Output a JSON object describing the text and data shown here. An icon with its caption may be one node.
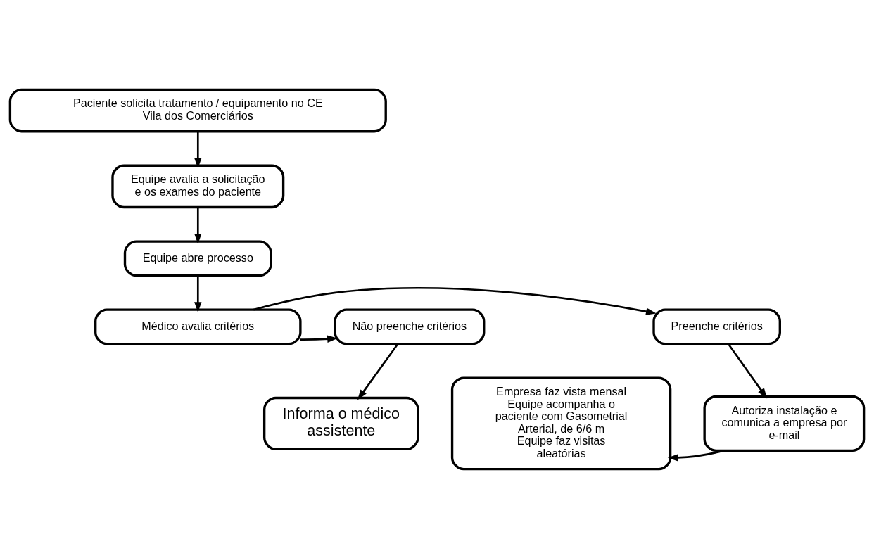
{
  "diagram": {
    "nodes": [
      {
        "text": [
          "Paciente solicita tratamento / equipamento no CE Vila dos Comerciários"
        ]
      },
      {
        "text": [
          "Equipe avalia a solicitação e os exames do paciente"
        ]
      },
      {
        "text": [
          "Equipe abre processo"
        ]
      },
      {
        "text": [
          "Não preenche critérios"
        ]
      },
      {
        "text": [
          "Médico avalia critérios"
        ]
      },
      {
        "text": [
          "Preenche critérios"
        ]
      },
      {
        "text": [
          "Informa o médico assistente"
        ]
      },
      {
        "text": [
          "Empresa faz vista mensal",
          "Equipe acompanha o paciente com Gasometrial Arterial, de 6/6 m",
          "Equipe faz visitas aleatórias"
        ]
      },
      {
        "text": [
          "Autoriza instalação e comunica a empresa por e-mail"
        ]
      }
    ],
    "edges": [
      {
        "from": 0,
        "to": 1,
        "arrow": "to"
      },
      {
        "from": 1,
        "to": 2,
        "arrow": "to"
      },
      {
        "from": 2,
        "to": 4,
        "arrow": "to"
      },
      {
        "from": 4,
        "to": 3,
        "arrow": "to"
      },
      {
        "from": 4,
        "to": 5,
        "arrow": "to"
      },
      {
        "from": 3,
        "to": 6,
        "arrow": "to"
      },
      {
        "from": 5,
        "to": 8,
        "arrow": "to"
      },
      {
        "from": 8,
        "to": 7,
        "arrow": "to"
      }
    ]
  }
}
